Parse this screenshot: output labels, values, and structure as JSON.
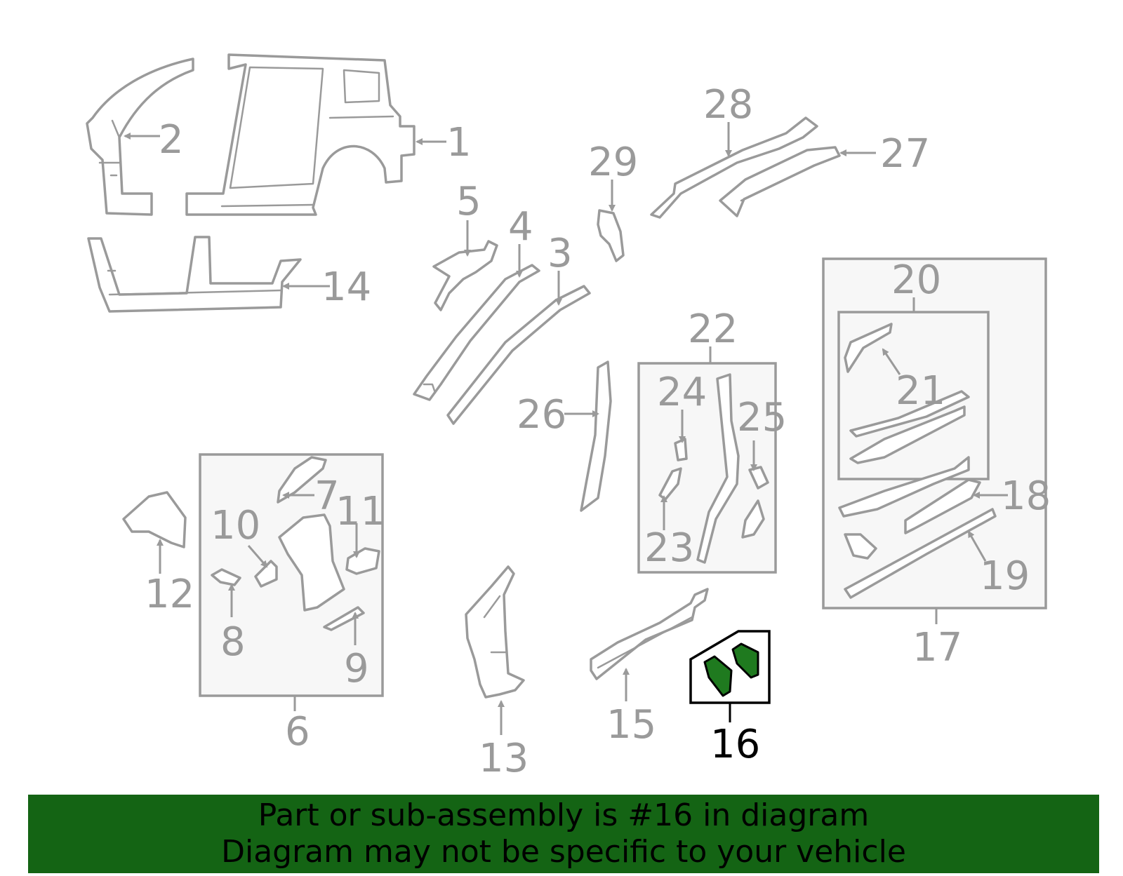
{
  "diagram": {
    "highlight_color": "#1f7a1f",
    "labels": {
      "l1": "1",
      "l2": "2",
      "l3": "3",
      "l4": "4",
      "l5": "5",
      "l6": "6",
      "l7": "7",
      "l8": "8",
      "l9": "9",
      "l10": "10",
      "l11": "11",
      "l12": "12",
      "l13": "13",
      "l14": "14",
      "l15": "15",
      "l16": "16",
      "l17": "17",
      "l18": "18",
      "l19": "19",
      "l20": "20",
      "l21": "21",
      "l22": "22",
      "l23": "23",
      "l24": "24",
      "l25": "25",
      "l26": "26",
      "l27": "27",
      "l28": "28",
      "l29": "29"
    }
  },
  "banner": {
    "background": "#146414",
    "line1": "Part or sub-assembly is #16 in diagram",
    "line2": "Diagram may not be specific to your vehicle"
  }
}
